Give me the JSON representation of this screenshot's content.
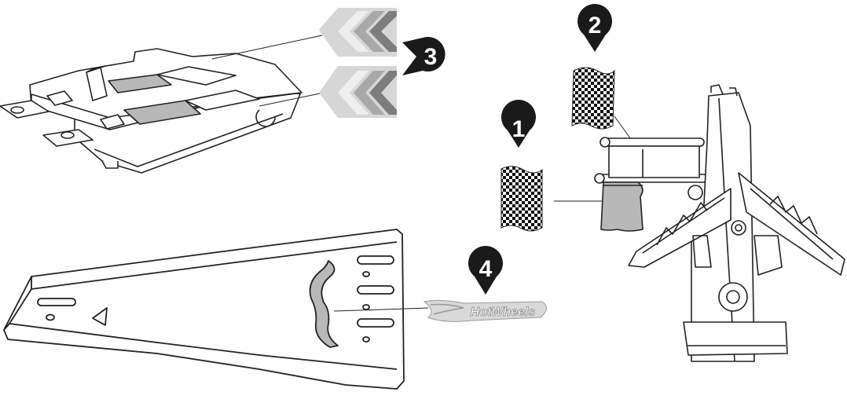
{
  "callouts": [
    {
      "number": "1"
    },
    {
      "number": "2"
    },
    {
      "number": "3"
    },
    {
      "number": "4"
    }
  ],
  "decal_text": "HotWheels",
  "colors": {
    "line": "#222222",
    "fill_gray": "#b8b8b8",
    "marker": "#1a1a1a",
    "chevron_light": "#d6d6d6",
    "chevron_mid": "#a8a8a8",
    "chevron_dark": "#7d7d7d"
  }
}
